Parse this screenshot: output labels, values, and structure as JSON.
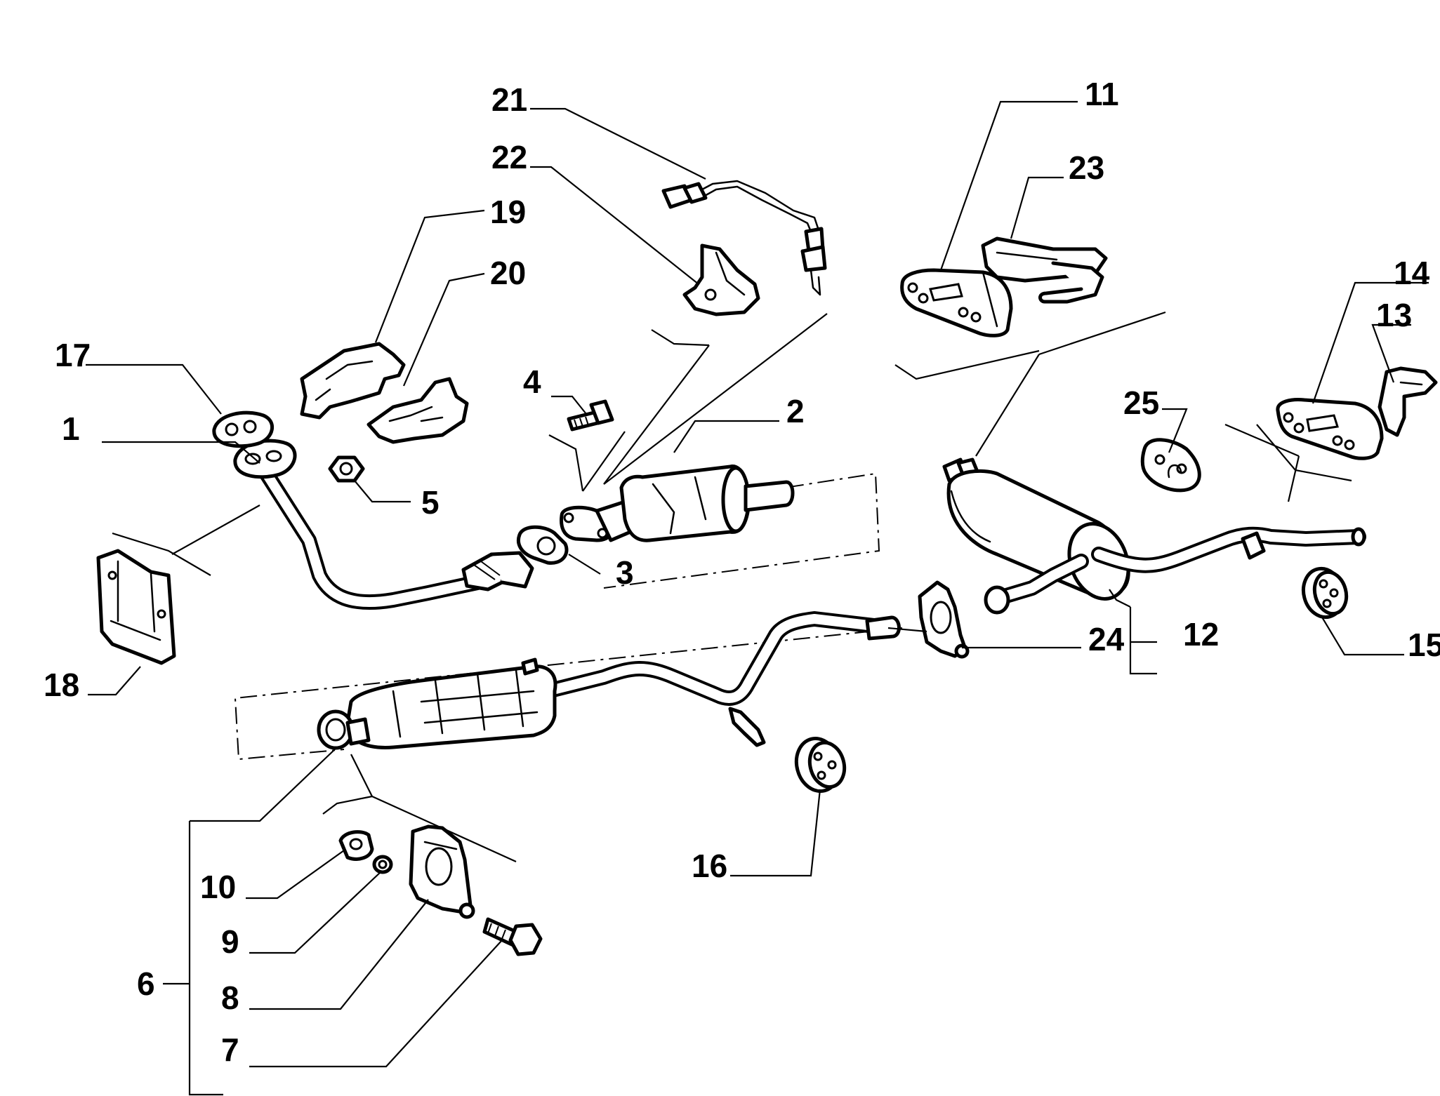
{
  "diagram": {
    "labels": {
      "n1": "1",
      "n2": "2",
      "n3": "3",
      "n4": "4",
      "n5": "5",
      "n6": "6",
      "n7": "7",
      "n8": "8",
      "n9": "9",
      "n10": "10",
      "n11": "11",
      "n12": "12",
      "n13": "13",
      "n14": "14",
      "n15": "15",
      "n16": "16",
      "n17": "17",
      "n18": "18",
      "n19": "19",
      "n20": "20",
      "n21": "21",
      "n22": "22",
      "n23": "23",
      "n24": "24",
      "n25": "25"
    }
  }
}
